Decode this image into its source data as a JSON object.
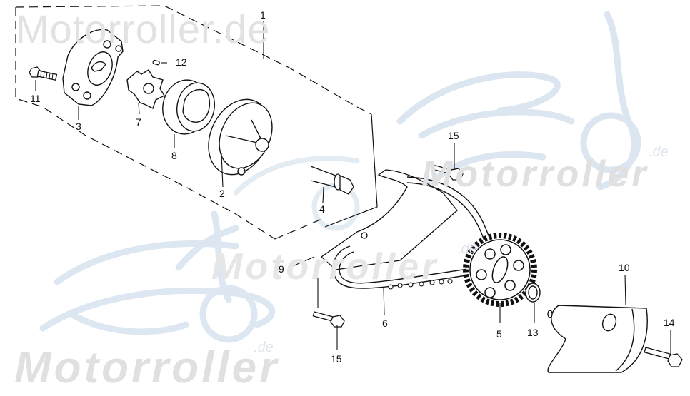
{
  "diagram": {
    "type": "exploded-parts-diagram",
    "subject": "oil pump assembly with drive chain and sprocket",
    "watermarks": {
      "top_left": "Motorroller.de",
      "right": "Motorroller",
      "middle": "Motorroller",
      "bottom_left": "Motorroller",
      "domain_suffix": ".de"
    },
    "callouts": [
      {
        "id": "c1",
        "label": "1",
        "part": "oil pump assembly"
      },
      {
        "id": "c2",
        "label": "2",
        "part": "pump body"
      },
      {
        "id": "c3",
        "label": "3",
        "part": "pump cover"
      },
      {
        "id": "c4",
        "label": "4",
        "part": "strainer / pipe"
      },
      {
        "id": "c5",
        "label": "5",
        "part": "driven sprocket"
      },
      {
        "id": "c6",
        "label": "6",
        "part": "drive chain"
      },
      {
        "id": "c7",
        "label": "7",
        "part": "inner rotor"
      },
      {
        "id": "c8",
        "label": "8",
        "part": "outer rotor"
      },
      {
        "id": "c9",
        "label": "9",
        "part": "chain guide plate"
      },
      {
        "id": "c10",
        "label": "10",
        "part": "sprocket cover plate"
      },
      {
        "id": "c11",
        "label": "11",
        "part": "bolt"
      },
      {
        "id": "c12",
        "label": "12",
        "part": "pin"
      },
      {
        "id": "c13",
        "label": "13",
        "part": "circlip"
      },
      {
        "id": "c14",
        "label": "14",
        "part": "bolt"
      },
      {
        "id": "c15a",
        "label": "15",
        "part": "bolt (upper)"
      },
      {
        "id": "c15b",
        "label": "15",
        "part": "bolt (lower)"
      }
    ]
  }
}
